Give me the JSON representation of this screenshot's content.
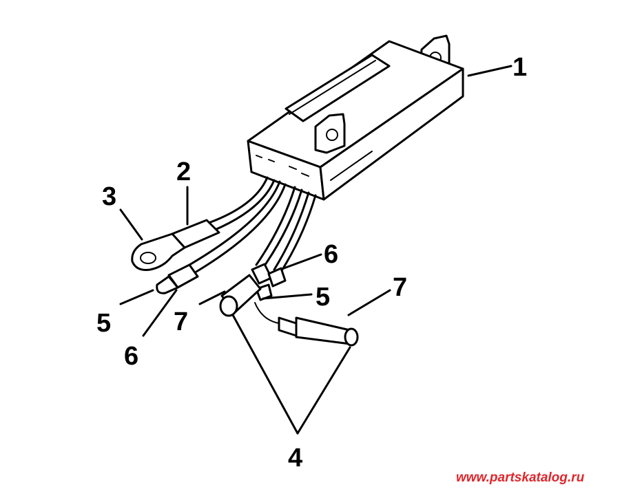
{
  "callouts": {
    "c1": "1",
    "c2": "2",
    "c3": "3",
    "c4": "4",
    "c5a": "5",
    "c5b": "5",
    "c6a": "6",
    "c6b": "6",
    "c7a": "7",
    "c7b": "7"
  },
  "watermark": {
    "text": "www.partskatalog.ru",
    "color": "#e0262b"
  },
  "colors": {
    "line": "#000000",
    "background": "#ffffff"
  }
}
